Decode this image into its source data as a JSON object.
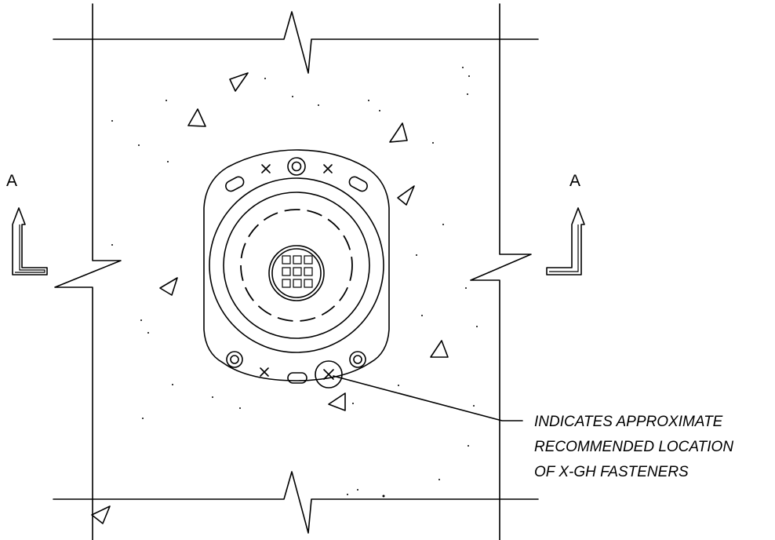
{
  "section_marker": {
    "left_label": "A",
    "right_label": "A"
  },
  "callout": {
    "lines": [
      "INDICATES APPROXIMATE",
      "RECOMMENDED LOCATION",
      "OF X-GH FASTENERS"
    ]
  }
}
